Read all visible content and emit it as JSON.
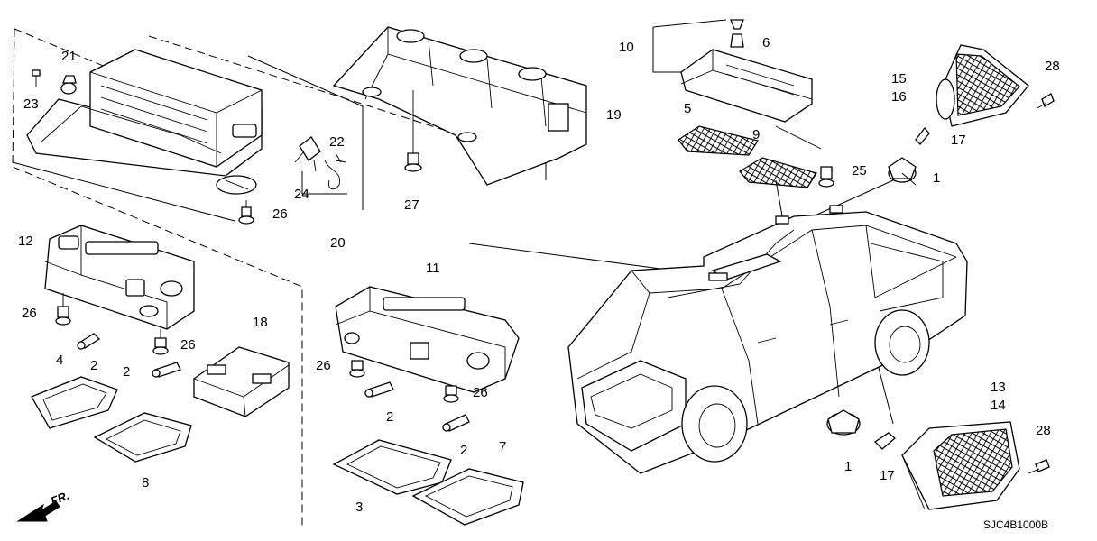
{
  "diagram_code": "SJC4B1000B",
  "direction_label": "FR.",
  "colors": {
    "line": "#000000",
    "background": "#ffffff"
  },
  "callouts": {
    "c21": "21",
    "c23": "23",
    "c22": "22",
    "c24": "24",
    "c20": "20",
    "c26a": "26",
    "c12": "12",
    "c26b": "26",
    "c26c": "26",
    "c2a": "2",
    "c2b": "2",
    "c4": "4",
    "c8": "8",
    "c18": "18",
    "c27": "27",
    "c19": "19",
    "c11": "11",
    "c26d": "26",
    "c26e": "26",
    "c2c": "2",
    "c2d": "2",
    "c3": "3",
    "c7": "7",
    "c10": "10",
    "c6": "6",
    "c5": "5",
    "c9": "9",
    "c25": "25",
    "c15": "15",
    "c16": "16",
    "c28a": "28",
    "c17a": "17",
    "c1a": "1",
    "c13": "13",
    "c14": "14",
    "c28b": "28",
    "c1b": "1",
    "c17b": "17"
  }
}
